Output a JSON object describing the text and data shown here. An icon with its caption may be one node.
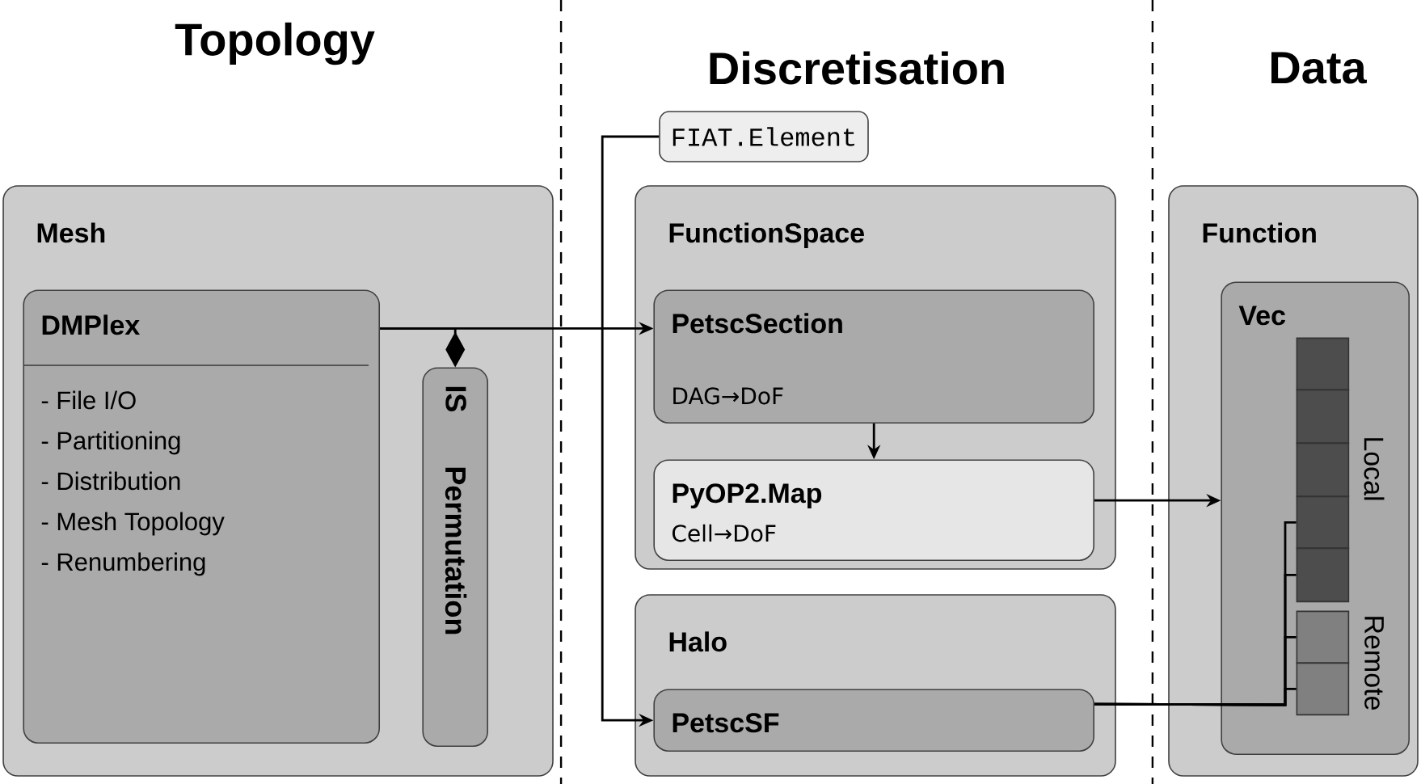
{
  "diagram": {
    "nodes": [
      {
        "text": [
          "Mesh"
        ]
      },
      {
        "text": [
          "DMPlex",
          "- File I/O",
          "- Partitioning",
          "- Distribution",
          "- Mesh Topology",
          "- Renumbering"
        ],
        "in": 0
      },
      {
        "text": [
          "IS",
          "Permutation"
        ],
        "in": 0
      },
      {
        "text": [
          "FIAT.Element"
        ]
      },
      {
        "text": [
          "FunctionSpace"
        ]
      },
      {
        "text": [
          "PetscSection",
          "DAG→DoF"
        ],
        "in": 4
      },
      {
        "text": [
          "PyOP2.Map",
          "Cell→DoF"
        ],
        "in": 4
      },
      {
        "text": [
          "Halo"
        ]
      },
      {
        "text": [
          "PetscSF"
        ],
        "in": 7
      },
      {
        "text": [
          "Function"
        ]
      },
      {
        "text": [
          "Vec"
        ],
        "in": 9
      },
      {
        "text": [],
        "shape": "box",
        "in": 10
      },
      {
        "text": [],
        "shape": "box",
        "in": 10
      },
      {
        "text": [],
        "shape": "box",
        "in": 10
      },
      {
        "text": [],
        "shape": "box",
        "in": 10
      },
      {
        "text": [],
        "shape": "box",
        "in": 10
      },
      {
        "text": [],
        "shape": "box",
        "in": 10
      },
      {
        "text": [],
        "shape": "box",
        "in": 10
      }
    ],
    "edges": [
      {
        "from": 1,
        "to": 5,
        "arrow": "to"
      },
      {
        "from": 1,
        "to": 2,
        "arrow": "other"
      },
      {
        "from": 3,
        "to": 8,
        "arrow": "to"
      },
      {
        "from": 5,
        "to": 6,
        "arrow": "to"
      },
      {
        "from": 6,
        "to": 10,
        "arrow": "to"
      },
      {
        "from": 8,
        "to": 14,
        "arrow": "none"
      },
      {
        "from": 8,
        "to": 15,
        "arrow": "none"
      },
      {
        "from": 8,
        "to": 16,
        "arrow": "none"
      },
      {
        "from": 8,
        "to": 17,
        "arrow": "none"
      }
    ],
    "labels": [
      "Topology",
      "Discretisation",
      "Data",
      "Local",
      "Remote"
    ]
  }
}
